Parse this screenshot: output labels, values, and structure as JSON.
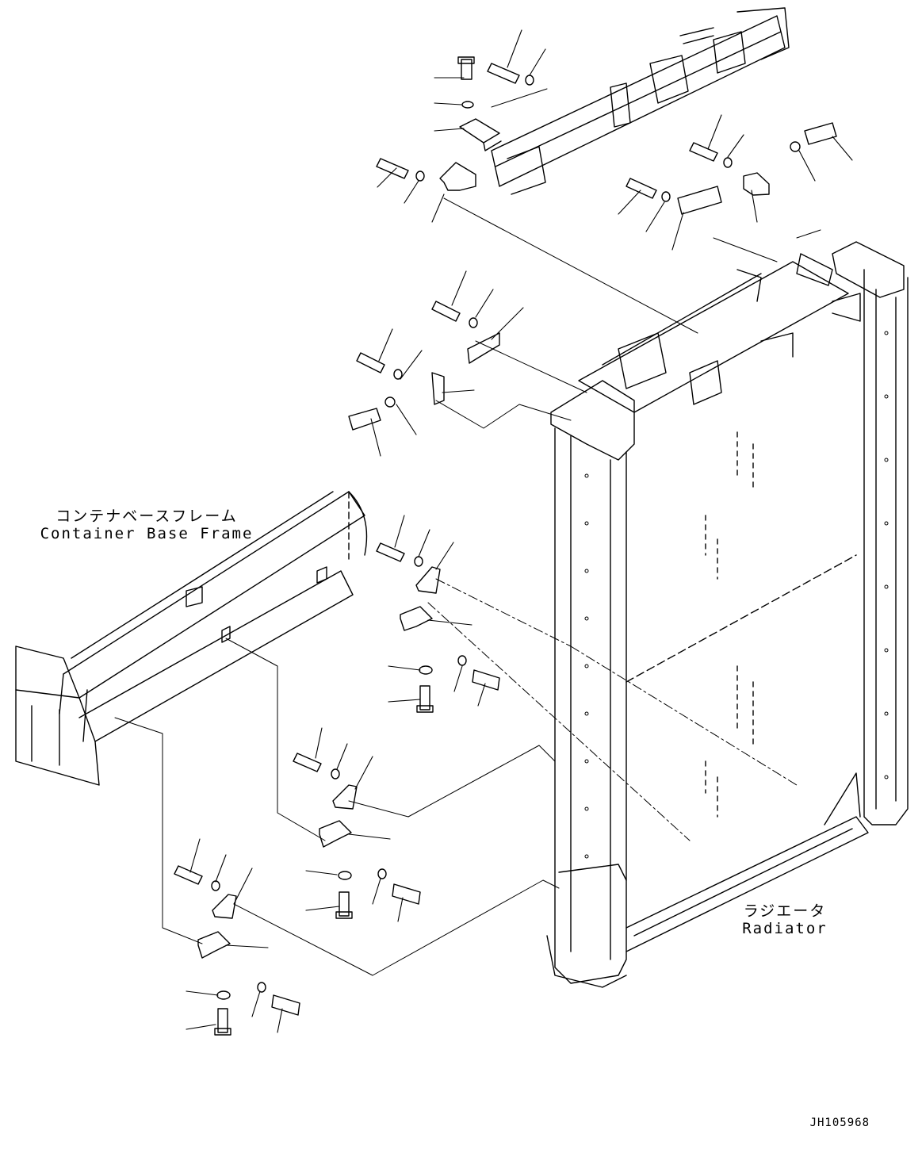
{
  "labels": {
    "container_base_frame_jp": "コンテナベースフレーム",
    "container_base_frame_en": "Container Base Frame",
    "radiator_jp": "ラジエータ",
    "radiator_en": "Radiator"
  },
  "drawing_number": "JH105968",
  "colors": {
    "line": "#000000",
    "background": "#ffffff"
  }
}
